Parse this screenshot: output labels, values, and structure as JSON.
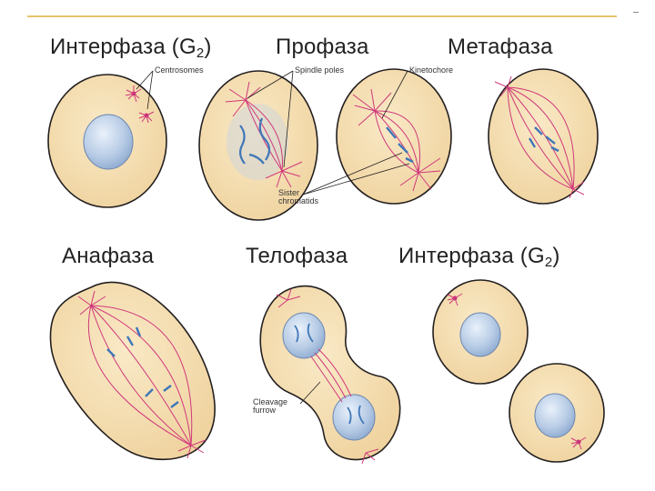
{
  "stages": {
    "interphase_1": {
      "text": "Интерфаза (G",
      "sub": "2",
      "close": ")"
    },
    "prophase": "Профаза",
    "metaphase": "Метафаза",
    "anaphase": "Анафаза",
    "telophase": "Телофаза",
    "interphase_2": {
      "text": "Интерфаза (G",
      "sub": "2",
      "close": ")"
    }
  },
  "labels": {
    "centrosomes": "Centrosomes",
    "spindle_poles": "Spindle poles",
    "kinetochore": "Kinetochore",
    "sister_chromatids_1": "Sister",
    "sister_chromatids_2": "chromatids",
    "cleavage_furrow_1": "Cleavage",
    "cleavage_furrow_2": "furrow"
  },
  "colors": {
    "cytoplasm": "#f5dfb4",
    "membrane": "#231f20",
    "spindle": "#d0387c",
    "nucleus": "#b9cde6",
    "chromosome": "#3e77b8",
    "rule": "#e8c46a"
  }
}
